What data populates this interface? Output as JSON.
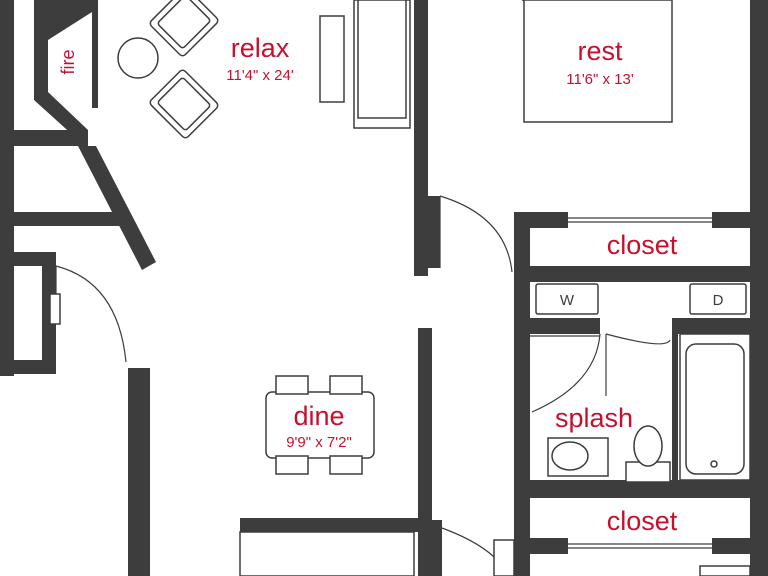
{
  "rooms": {
    "relax": {
      "name": "relax",
      "dimensions": "11'4\" x 24'"
    },
    "rest": {
      "name": "rest",
      "dimensions": "11'6\" x 13'"
    },
    "dine": {
      "name": "dine",
      "dimensions": "9'9\" x 7'2\""
    },
    "splash": {
      "name": "splash"
    },
    "closet_upper": {
      "name": "closet"
    },
    "closet_lower": {
      "name": "closet"
    }
  },
  "fixtures": {
    "fireplace": "fire",
    "washer": "W",
    "dryer": "D"
  },
  "colors": {
    "wall": "#3d3d3d",
    "label": "#c8102e",
    "background": "#ffffff"
  }
}
